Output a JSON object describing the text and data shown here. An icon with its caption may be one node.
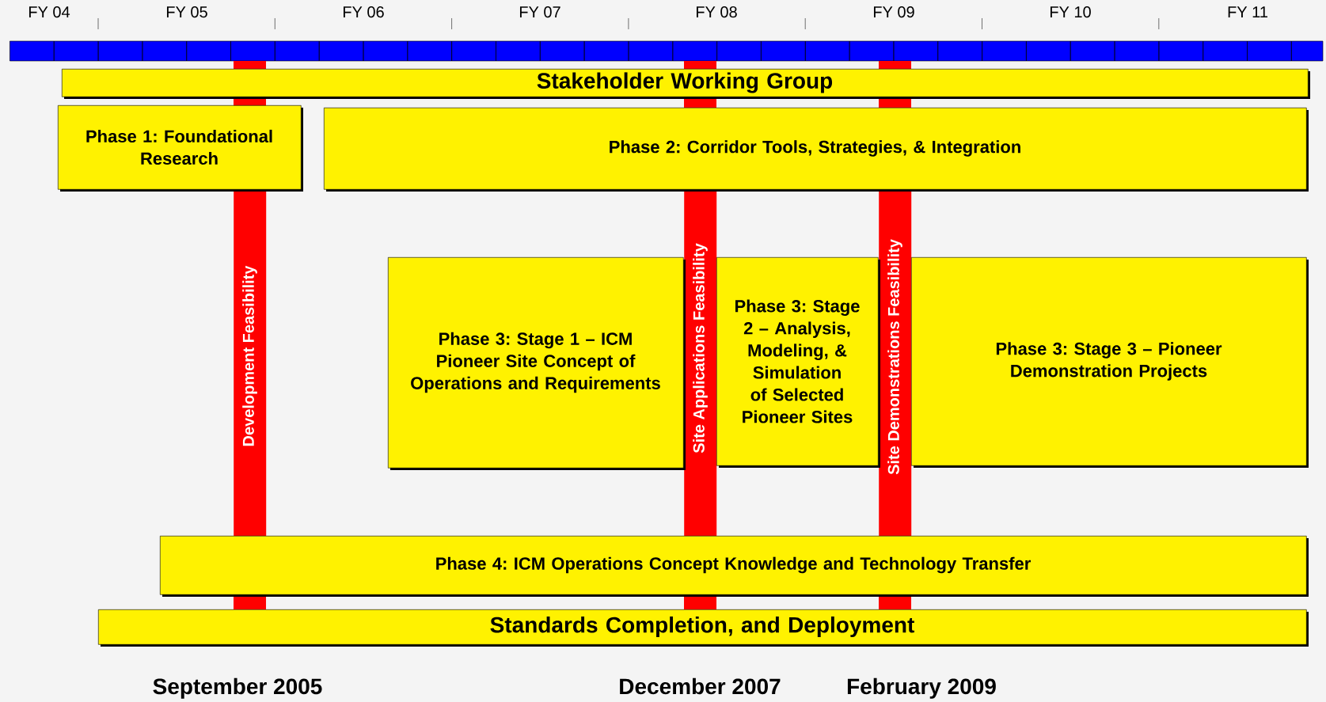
{
  "diagram": {
    "nodes": [
      {
        "text": [
          "Stakeholder Working Group"
        ]
      },
      {
        "text": [
          "Phase 1: Foundational Research"
        ]
      },
      {
        "text": [
          "Development Feasibility"
        ]
      },
      {
        "text": [
          "Phase 2: Corridor Tools, Strategies, & Integration"
        ]
      },
      {
        "text": [
          "Phase 3: Stage 1 – ICM Pioneer Site Concept of Operations and Requirements"
        ]
      },
      {
        "text": [
          "Site Applications Feasibility"
        ]
      },
      {
        "text": [
          "Phase 3: Stage 2 – Analysis, Modeling, & Simulation of Selected Pioneer Sites"
        ]
      },
      {
        "text": [
          "Site Demonstrations Feasibility"
        ]
      },
      {
        "text": [
          "Phase 3: Stage 3 – Pioneer Demonstration Projects"
        ]
      },
      {
        "text": [
          "Phase 4: ICM Operations Concept Knowledge and Technology Transfer"
        ]
      },
      {
        "text": [
          "Standards Completion, and Deployment"
        ]
      }
    ],
    "labels": [
      "FY 04",
      "FY 05",
      "FY 06",
      "FY 07",
      "FY 08",
      "FY 09",
      "FY 10",
      "FY 11",
      "September 2005",
      "December 2007",
      "February 2009"
    ]
  }
}
